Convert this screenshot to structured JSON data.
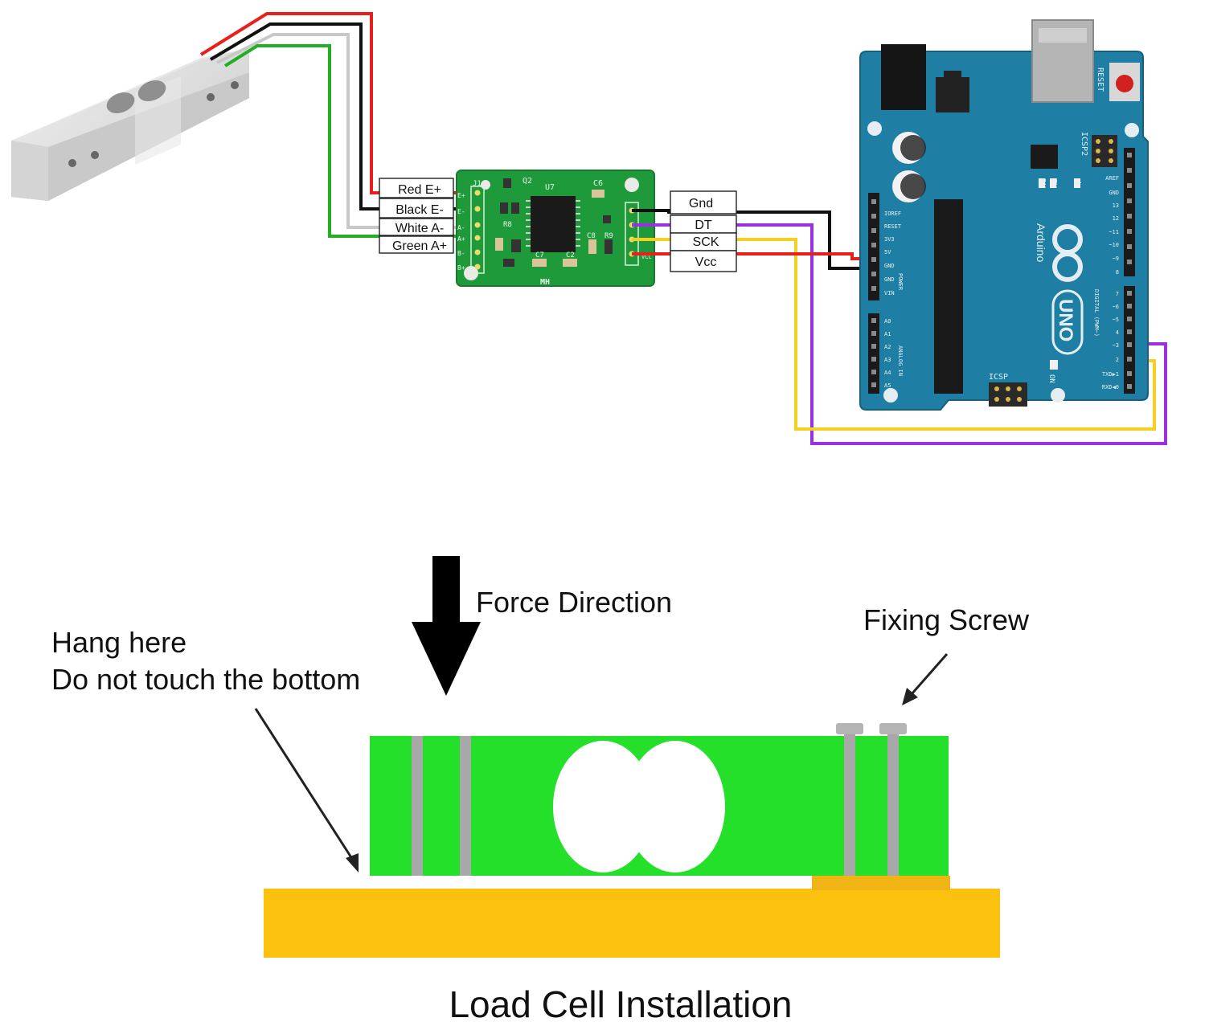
{
  "wiring": {
    "load_cell_wires": [
      "Red E+",
      "Black E-",
      "White A-",
      "Green A+"
    ],
    "output_pins": [
      "Gnd",
      "DT",
      "SCK",
      "Vcc"
    ],
    "hx711_board": {
      "silkscreen": [
        "J1",
        "Q2",
        "U7",
        "C6",
        "R8",
        "C8",
        "R9",
        "C7",
        "C2",
        "MH",
        "E+",
        "E-",
        "A-",
        "A+",
        "B-",
        "B+",
        "VCC"
      ]
    },
    "arduino": {
      "brand": "Arduino",
      "model": "UNO",
      "reset": "RESET",
      "icsp2": "ICSP2",
      "icsp": "ICSP",
      "on": "ON",
      "led_labels": [
        "TX",
        "RX",
        "L"
      ],
      "power_header": [
        "IOREF",
        "RESET",
        "3V3",
        "5V",
        "GND",
        "GND",
        "VIN"
      ],
      "power_label": "POWER",
      "analog_header": [
        "A0",
        "A1",
        "A2",
        "A3",
        "A4",
        "A5"
      ],
      "analog_label": "ANALOG IN",
      "digital_header_top": [
        "AREF",
        "GND",
        "13",
        "12",
        "~11",
        "~10",
        "~9",
        "8"
      ],
      "digital_header_bottom": [
        "7",
        "~6",
        "~5",
        "4",
        "~3",
        "2",
        "TXD▶1",
        "RXD◀0"
      ],
      "digital_label": "DIGITAL (PWM~)"
    },
    "colors": {
      "red": "#e8201c",
      "black": "#111111",
      "white": "#c8c8c8",
      "green": "#22b022",
      "purple": "#9b30e0",
      "yellow": "#f4d020",
      "pcb": "#1f9a3a",
      "arduino": "#1e7ea4"
    }
  },
  "installation": {
    "title": "Load Cell Installation",
    "force_label": "Force Direction",
    "screw_label": "Fixing Screw",
    "hang_label_line1": "Hang here",
    "hang_label_line2": "Do not touch the bottom",
    "colors": {
      "cell": "#25e02a",
      "base": "#fcc10f",
      "screw": "#a8a8a8"
    }
  }
}
